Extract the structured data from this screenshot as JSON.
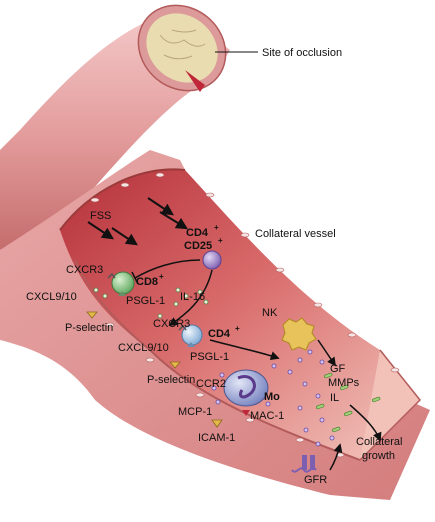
{
  "labels": {
    "site_of_occlusion": "Site of occlusion",
    "collateral_vessel": "Collateral vessel",
    "fss": "FSS",
    "cd4_top": "CD4",
    "cd25": "CD25",
    "plus": "+",
    "cxcr3_a": "CXCR3",
    "cd8": "CD8",
    "cxcl_a": "CXCL9/10",
    "psgl_a": "PSGL-1",
    "il16": "IL-16",
    "pselectin_a": "P-selectin",
    "nk": "NK",
    "cxcr3_b": "CXCR3",
    "cd4_mid": "CD4",
    "cxcl_b": "CXCL9/10",
    "psgl_b": "PSGL-1",
    "pselectin_b": "P-selectin",
    "gf": "GF",
    "mmps": "MMPs",
    "il": "IL",
    "ccr2": "CCR2",
    "mo": "Mo",
    "mcp1": "MCP-1",
    "mac1": "MAC-1",
    "icam1": "ICAM-1",
    "collateral": "Collateral",
    "growth": "growth",
    "gfr": "GFR"
  },
  "colors": {
    "vessel": "#d98a8a",
    "vessel_dark": "#b35a5a",
    "lumen": "#c94a4a",
    "cd8_cell": "#7fc47f",
    "cd4_top_cell": "#9b7fc8",
    "cd4_mid_cell": "#a9c9e6",
    "mono_cell": "#9aa6d6",
    "nk_cell": "#e8c25a",
    "occlusion": "#e9dcb0"
  }
}
